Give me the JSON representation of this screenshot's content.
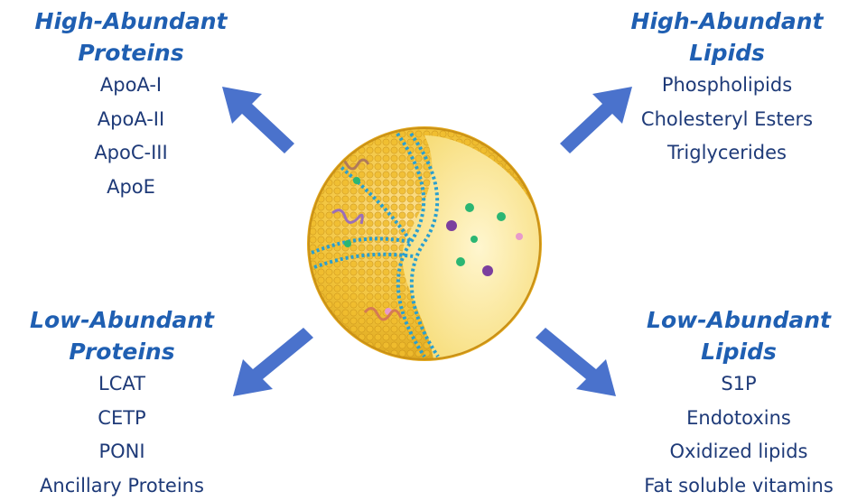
{
  "colors": {
    "heading": "#1f5fb2",
    "item_text": "#1e3a78",
    "arrow": "#4a72cc",
    "particle_core": "#f2c43a",
    "lipid_tail": "#2a9fcf",
    "interior": "#fbe6a0"
  },
  "quadrants": {
    "top_left": {
      "heading_line1": "High-Abundant",
      "heading_line2": "Proteins",
      "items": [
        "ApoA-I",
        "ApoA-II",
        "ApoC-III",
        "ApoE"
      ]
    },
    "top_right": {
      "heading_line1": "High-Abundant",
      "heading_line2": "Lipids",
      "items": [
        "Phospholipids",
        "Cholesteryl Esters",
        "Triglycerides"
      ]
    },
    "bottom_left": {
      "heading_line1": "Low-Abundant",
      "heading_line2": "Proteins",
      "items": [
        "LCAT",
        "CETP",
        "PONI",
        "Ancillary Proteins"
      ]
    },
    "bottom_right": {
      "heading_line1": "Low-Abundant",
      "heading_line2": "Lipids",
      "items": [
        "S1P",
        "Endotoxins",
        "Oxidized lipids",
        "Fat soluble vitamins"
      ]
    }
  },
  "arrows": [
    {
      "name": "arrow-to-top-left",
      "direction": "up-left"
    },
    {
      "name": "arrow-to-top-right",
      "direction": "up-right"
    },
    {
      "name": "arrow-to-bottom-left",
      "direction": "down-left"
    },
    {
      "name": "arrow-to-bottom-right",
      "direction": "down-right"
    }
  ],
  "center_image": {
    "icon": "hdl-particle-illustration"
  }
}
